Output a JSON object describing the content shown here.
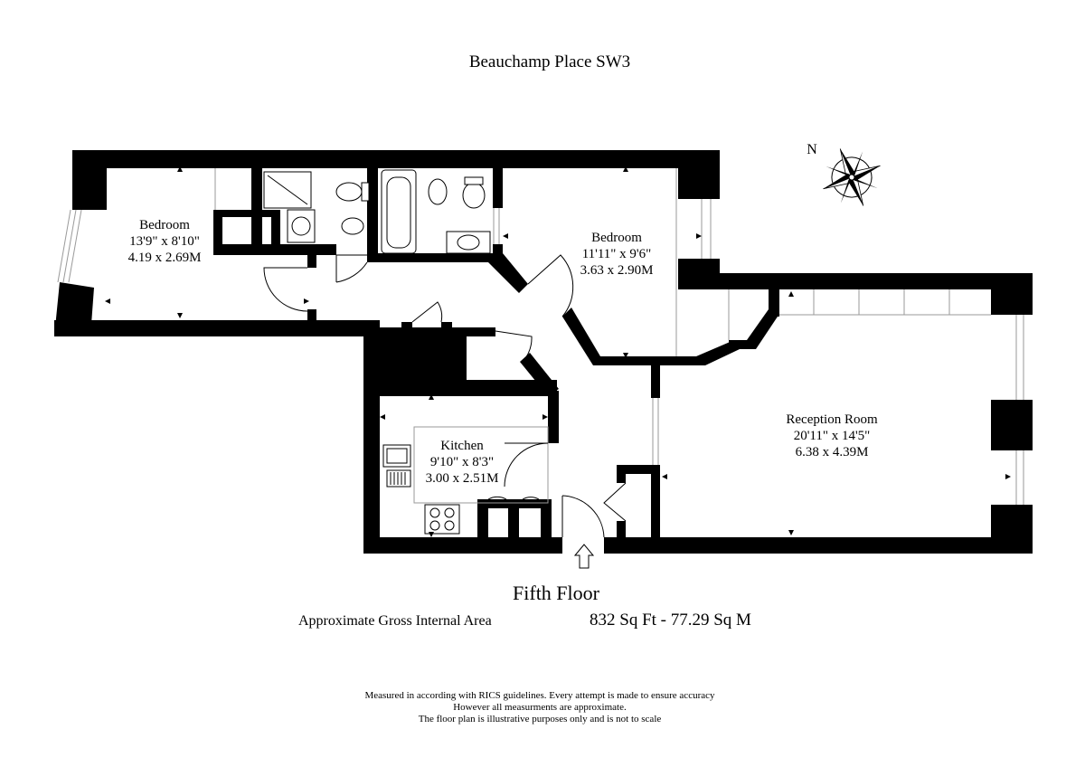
{
  "title": "Beauchamp Place SW3",
  "compass": {
    "label": "N",
    "icon": "compass-rose-icon"
  },
  "rooms": [
    {
      "id": "bedroom-1",
      "name": "Bedroom",
      "imperial": "13'9\" x 8'10\"",
      "metric": "4.19 x 2.69M"
    },
    {
      "id": "bedroom-2",
      "name": "Bedroom",
      "imperial": "11'11\" x 9'6\"",
      "metric": "3.63 x 2.90M"
    },
    {
      "id": "kitchen",
      "name": "Kitchen",
      "imperial": "9'10\" x 8'3\"",
      "metric": "3.00 x 2.51M"
    },
    {
      "id": "reception",
      "name": "Reception Room",
      "imperial": "20'11\" x 14'5\"",
      "metric": "6.38 x 4.39M"
    }
  ],
  "floor": {
    "name": "Fifth Floor",
    "area_label": "Approximate Gross Internal Area",
    "area_value": "832 Sq Ft - 77.29 Sq M"
  },
  "disclaimer": [
    "Measured in according with RICS guidelines. Every attempt is made to ensure accuracy",
    "However all measurments are approximate.",
    "The floor plan is illustrative purposes only and is not to scale"
  ],
  "entrance_icon": "entrance-arrow-icon"
}
